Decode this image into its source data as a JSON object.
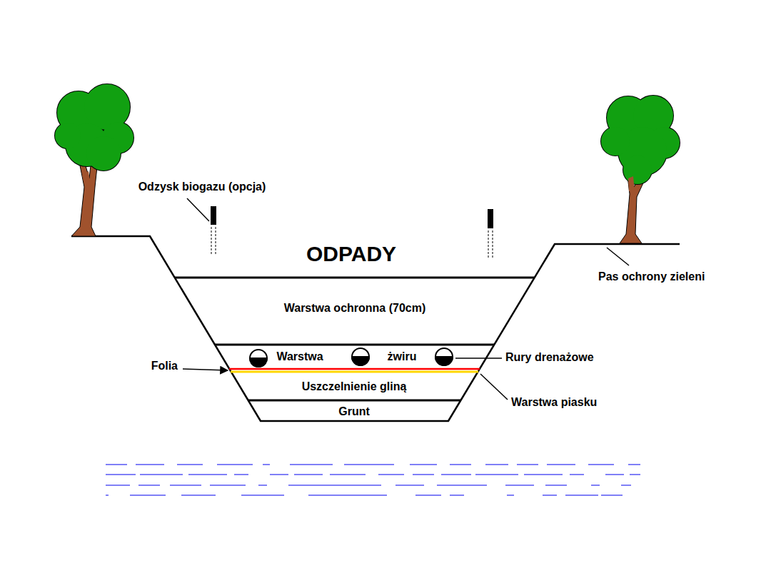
{
  "diagram": {
    "nodes": [
      {
        "text": [
          "ODPADY"
        ]
      },
      {
        "text": [
          "Warstwa ochronna (70cm)"
        ]
      },
      {
        "text": [
          "Warstwa",
          "żwiru"
        ]
      },
      {
        "text": [
          "Uszczelnienie gliną"
        ]
      },
      {
        "text": [
          "Grunt"
        ]
      }
    ],
    "labels": [
      "Odzysk biogazu (opcja)",
      "Folia",
      "Rury drenażowe",
      "Warstwa piasku",
      "Pas ochrony zieleni"
    ]
  }
}
